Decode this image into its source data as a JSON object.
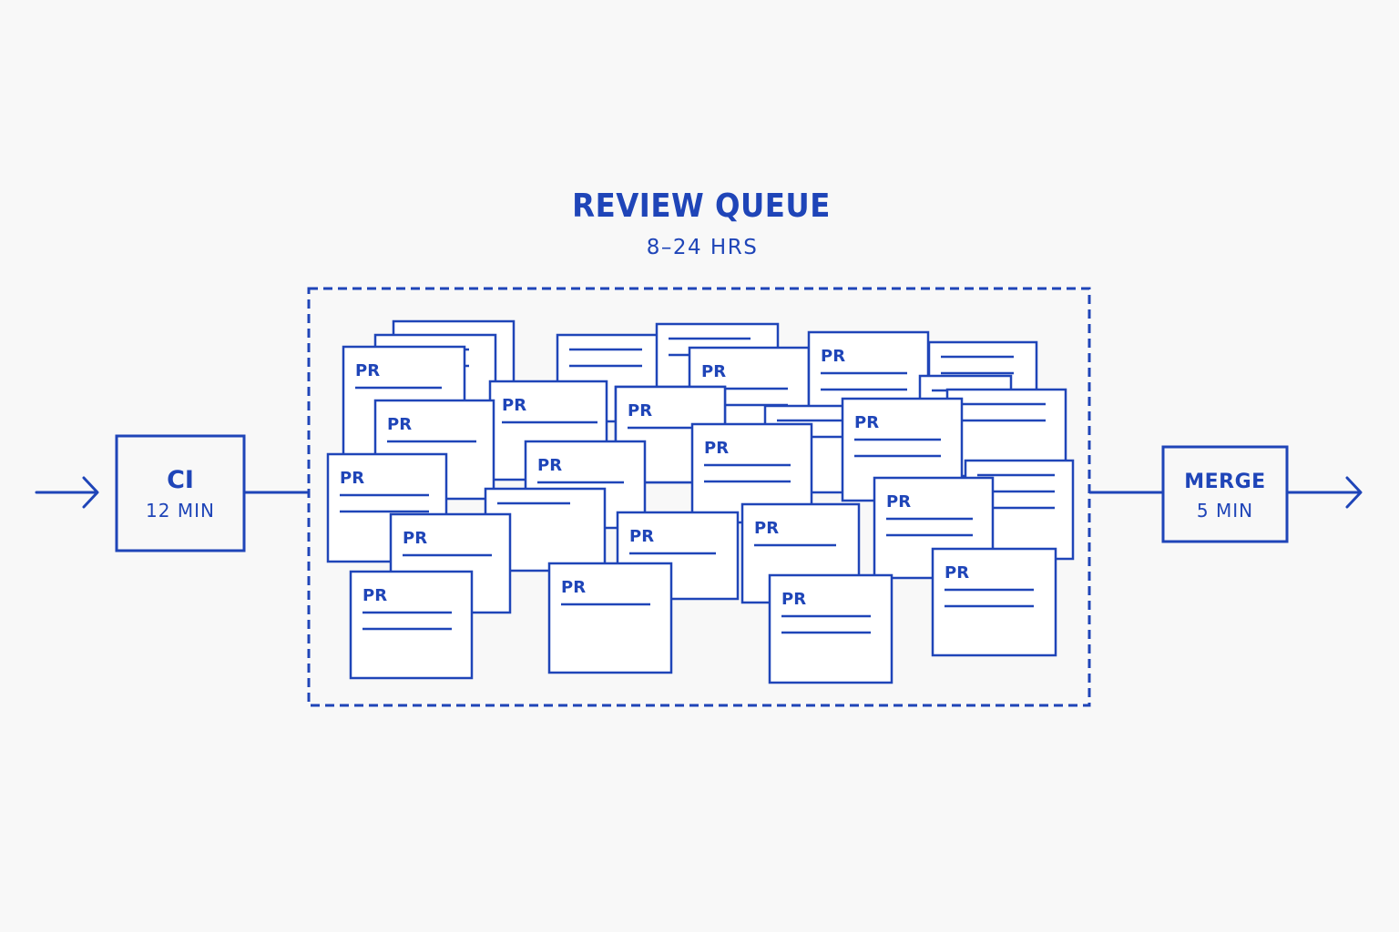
{
  "colors": {
    "ink": "#1f45b8",
    "background": "#f8f8f8",
    "card_fill": "#ffffff"
  },
  "queue": {
    "title": "REVIEW QUEUE",
    "duration": "8–24 HRS"
  },
  "ci": {
    "label": "CI",
    "duration": "12 MIN"
  },
  "merge": {
    "label": "MERGE",
    "duration": "5 MIN"
  },
  "pr_card": {
    "label": "PR"
  }
}
